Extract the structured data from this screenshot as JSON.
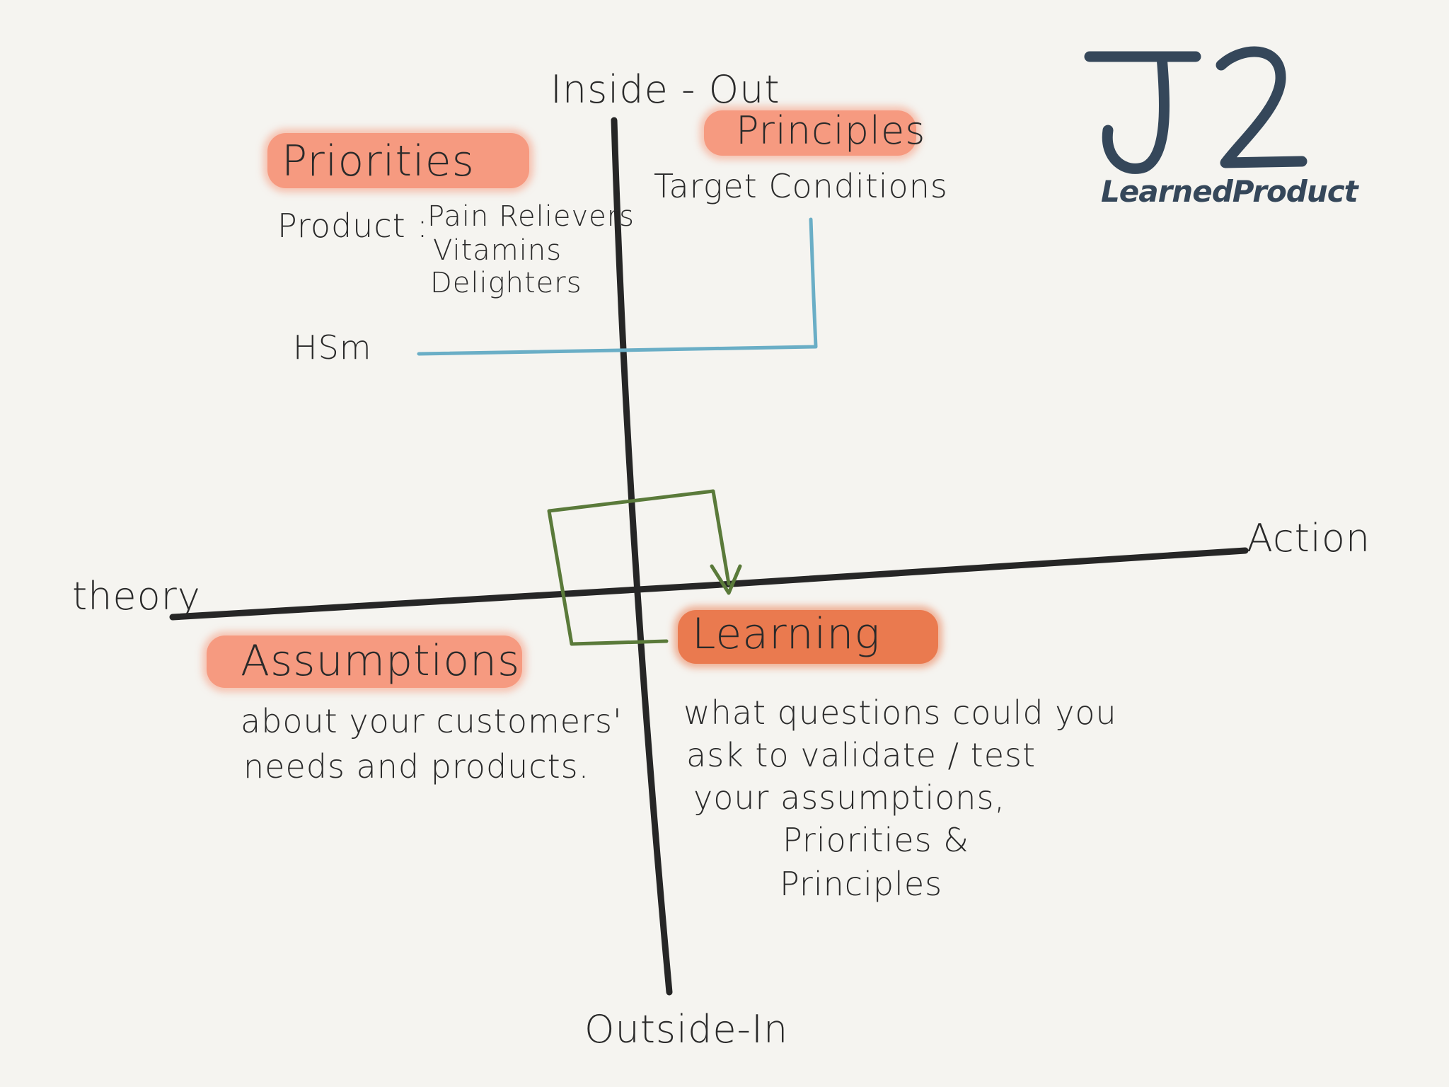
{
  "axes": {
    "top": "Inside - Out",
    "bottom": "Outside-In",
    "left": "theory",
    "right": "Action"
  },
  "quadrants": {
    "top_left": {
      "title": "Priorities",
      "product_label": "Product :",
      "items": [
        "Pain Relievers",
        "Vitamins",
        "Delighters"
      ]
    },
    "top_right": {
      "title": "Principles",
      "subtitle": "Target Conditions"
    },
    "bottom_left": {
      "title": "Assumptions",
      "lines": [
        "about your customers'",
        "needs and products."
      ]
    },
    "bottom_right": {
      "title": "Learning",
      "lines": [
        "what questions could you",
        "ask to validate / test",
        "your assumptions,",
        "Priorities &",
        "Principles"
      ]
    }
  },
  "hsm_label": "HSm",
  "logo": {
    "mark": "J2",
    "subtitle": "LearnedProduct"
  },
  "colors": {
    "background": "#f5f4f0",
    "axis": "#262626",
    "highlight_light": "#f69a80",
    "highlight_dark": "#ea7a4f",
    "hsm_line": "#6aaec6",
    "loop": "#5a7a3a",
    "logo": "#35475a"
  }
}
